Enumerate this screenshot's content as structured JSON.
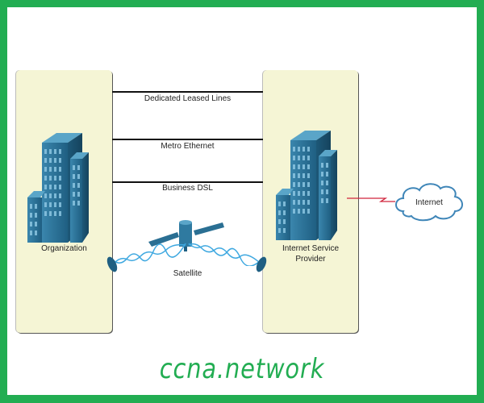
{
  "nodes": {
    "organization": "Organization",
    "isp_line1": "Internet Service",
    "isp_line2": "Provider",
    "internet": "Internet"
  },
  "connections": [
    {
      "label": "Dedicated Leased Lines"
    },
    {
      "label": "Metro Ethernet"
    },
    {
      "label": "Business DSL"
    },
    {
      "label": "Satellite"
    }
  ],
  "watermark": "ccna.network",
  "colors": {
    "frame": "#22ad52",
    "panel": "#f5f5d5",
    "building": "#2a6f93",
    "serial_link": "#d0243c",
    "cloud": "#3f86b8"
  }
}
